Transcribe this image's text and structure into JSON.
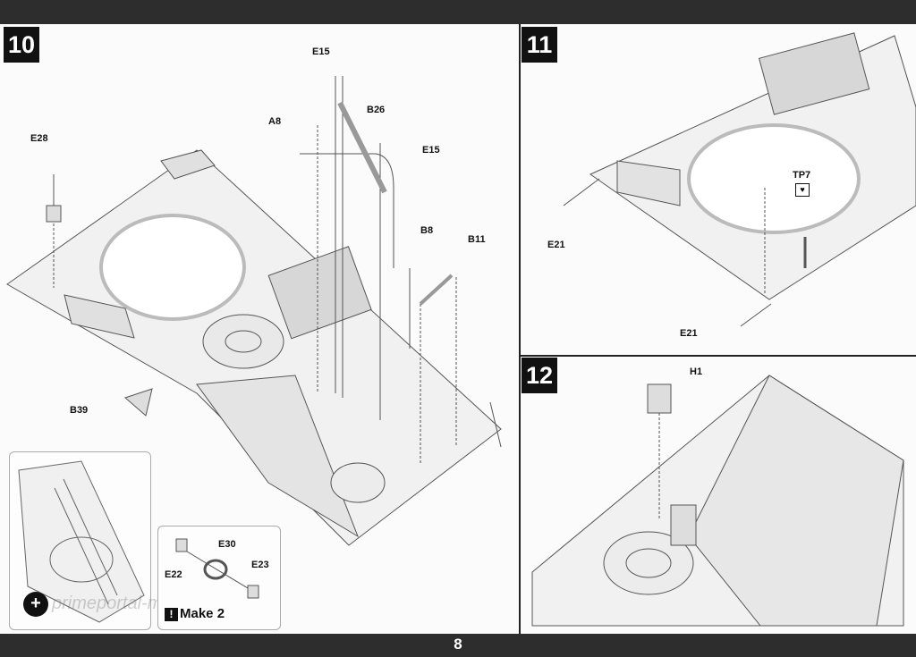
{
  "page": {
    "number": "8"
  },
  "steps": {
    "s10": {
      "number": "10"
    },
    "s11": {
      "number": "11"
    },
    "s12": {
      "number": "12"
    }
  },
  "labels10": {
    "E28": "E28",
    "E15a": "E15",
    "A8": "A8",
    "B26": "B26",
    "E15b": "E15",
    "B8": "B8",
    "B11": "B11",
    "B39": "B39"
  },
  "detail": {
    "E30": "E30",
    "E22": "E22",
    "E23": "E23",
    "make_icon": "!",
    "make_text": "Make 2"
  },
  "labels11": {
    "TP7": "TP7",
    "E21a": "E21",
    "E21b": "E21"
  },
  "labels12": {
    "H1": "H1"
  },
  "zoom": {
    "icon": "magnifier-plus-icon",
    "glyph": "+",
    "watermark": "primeportal-modelling"
  },
  "tp7_icon": {
    "name": "glue-icon",
    "glyph": "♥"
  }
}
